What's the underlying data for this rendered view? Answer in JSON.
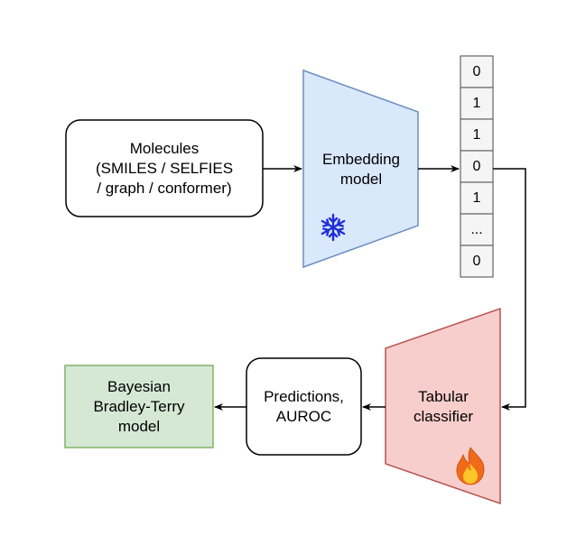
{
  "nodes": {
    "molecules": {
      "label": "Molecules\n(SMILES / SELFIES\n/ graph / conformer)"
    },
    "embedding_model": {
      "label": "Embedding\nmodel",
      "icon": "snowflake-icon",
      "color": "#dae8fc",
      "border": "#6c8ebf",
      "icon_color": "#1f2fd6"
    },
    "tabular_classifier": {
      "label": "Tabular\nclassifier",
      "icon": "fire-icon",
      "color": "#f8cecc",
      "border": "#b85450"
    },
    "predictions": {
      "label": "Predictions,\nAUROC"
    },
    "bradley_terry": {
      "label": "Bayesian\nBradley-Terry\nmodel",
      "color": "#d5e8d4",
      "border": "#82b366"
    }
  },
  "embedding_vector": [
    "0",
    "1",
    "1",
    "0",
    "1",
    "...",
    "0"
  ],
  "edges": [
    {
      "from": "molecules",
      "to": "embedding_model"
    },
    {
      "from": "embedding_model",
      "to": "embedding_vector"
    },
    {
      "from": "embedding_vector",
      "to": "tabular_classifier"
    },
    {
      "from": "tabular_classifier",
      "to": "predictions"
    },
    {
      "from": "predictions",
      "to": "bradley_terry"
    }
  ]
}
